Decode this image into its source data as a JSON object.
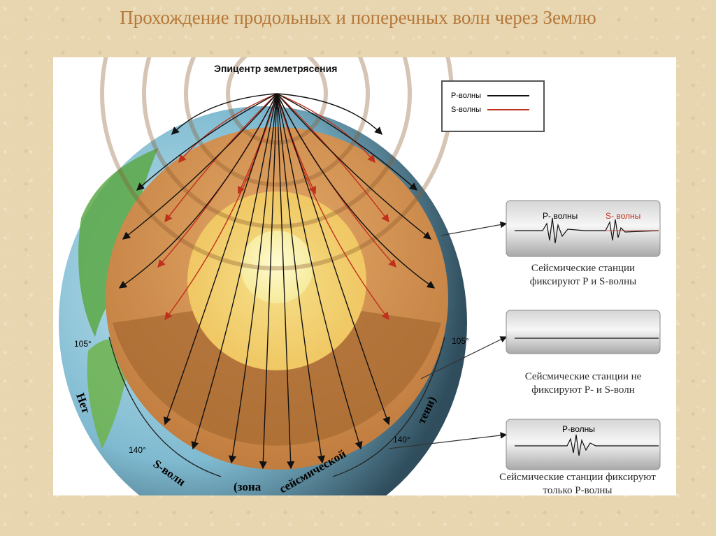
{
  "slide": {
    "title": "Прохождение продольных и поперечных волн через Землю"
  },
  "diagram": {
    "epicenter_label": "Эпицентр землетрясения",
    "legend": {
      "p_label": "Р-волны",
      "s_label": "S-волны",
      "p_color": "#111111",
      "s_color": "#c0301c"
    },
    "angles": {
      "left_105": "105°",
      "right_105": "105°",
      "left_140": "140°",
      "right_140": "140°"
    },
    "shadow_zone_words": [
      "Нет",
      "S-волн",
      "(зона",
      "сейсмической",
      "тени)"
    ],
    "stations": [
      {
        "p_wave_label": "Р- волны",
        "s_wave_label": "S- волны",
        "caption_line1": "Сейсмические станции",
        "caption_line2": "фиксируют Р и  S-волны"
      },
      {
        "caption_line1": "Сейсмические станции не",
        "caption_line2": "фиксируют Р- и S-волн"
      },
      {
        "p_wave_label": "Р-волны",
        "caption_line1": "Сейсмические станции фиксируют",
        "caption_line2": "только Р-волны"
      }
    ]
  }
}
